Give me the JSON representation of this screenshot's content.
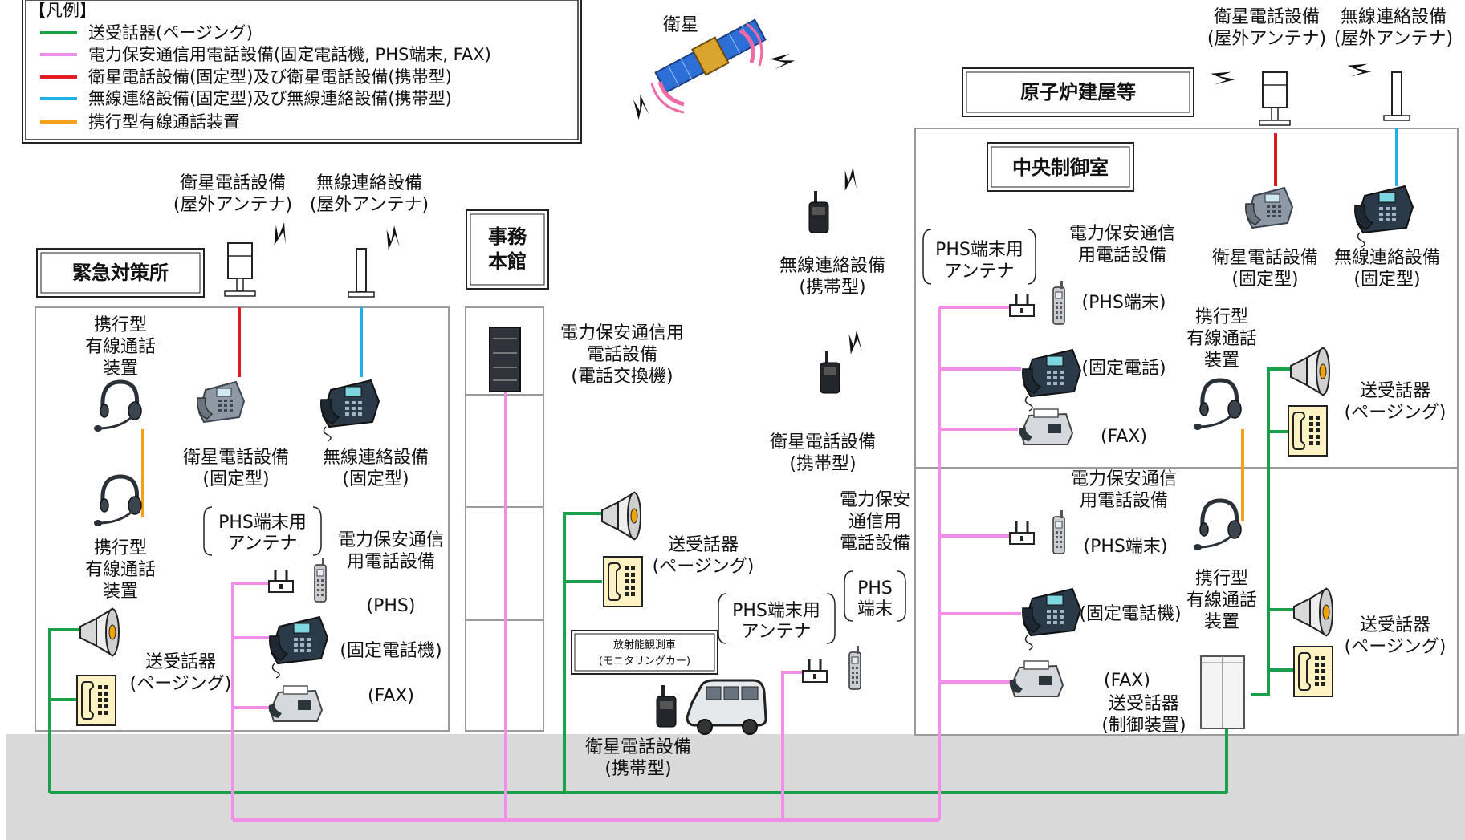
{
  "legend": {
    "title": "【凡例】",
    "items": [
      {
        "label": "送受話器(ページング)",
        "color": "#1aa04a"
      },
      {
        "label": "電力保安通信用電話設備(固定電話機, PHS端末, FAX)",
        "color": "#f08ee8"
      },
      {
        "label": "衛星電話設備(固定型)及び衛星電話設備(携帯型)",
        "color": "#e11b22"
      },
      {
        "label": "無線連絡設備(固定型)及び無線連絡設備(携帯型)",
        "color": "#1eaee8"
      },
      {
        "label": "携行型有線通話装置",
        "color": "#f4a11a"
      }
    ]
  },
  "satellite": {
    "label": "衛星"
  },
  "buildings": {
    "emergency": "緊急対策所",
    "office": [
      "事務",
      "本館"
    ],
    "reactor": "原子炉建屋等",
    "control_room": "中央制御室"
  },
  "emergency_center": {
    "sat_antenna": [
      "衛星電話設備",
      "(屋外アンテナ)"
    ],
    "radio_antenna": [
      "無線連絡設備",
      "(屋外アンテナ)"
    ],
    "sat_fixed": [
      "衛星電話設備",
      "(固定型)"
    ],
    "radio_fixed": [
      "無線連絡設備",
      "(固定型)"
    ],
    "headset_top": [
      "携行型",
      "有線通話",
      "装置"
    ],
    "headset_bottom": [
      "携行型",
      "有線通話",
      "装置"
    ],
    "phs_antenna": [
      "PHS端末用",
      "アンテナ"
    ],
    "power_phone": [
      "電力保安通信",
      "用電話設備"
    ],
    "phs": "(PHS)",
    "fixed_phone": "(固定電話機)",
    "fax": "(FAX)",
    "paging": [
      "送受話器",
      "(ページング)"
    ]
  },
  "office_building": {
    "exchange": [
      "電力保安通信用",
      "電話設備",
      "(電話交換機)"
    ]
  },
  "field": {
    "paging": [
      "送受話器",
      "(ページング)"
    ],
    "monitoring_car": [
      "放射能観測車",
      "(モニタリングカー)"
    ],
    "sat_portable_bottom": [
      "衛星電話設備",
      "(携帯型)"
    ],
    "radio_portable": [
      "無線連絡設備",
      "(携帯型)"
    ],
    "sat_portable_mid": [
      "衛星電話設備",
      "(携帯型)"
    ],
    "phs_antenna": [
      "PHS端末用",
      "アンテナ"
    ],
    "power_phone": [
      "電力保安",
      "通信用",
      "電話設備"
    ],
    "phs_terminal": [
      "PHS",
      "端末"
    ]
  },
  "reactor_building": {
    "sat_antenna": [
      "衛星電話設備",
      "(屋外アンテナ)"
    ],
    "radio_antenna": [
      "無線連絡設備",
      "(屋外アンテナ)"
    ],
    "sat_fixed": [
      "衛星電話設備",
      "(固定型)"
    ],
    "radio_fixed": [
      "無線連絡設備",
      "(固定型)"
    ],
    "phs_antenna": [
      "PHS端末用",
      "アンテナ"
    ],
    "power_phone_top": [
      "電力保安通信",
      "用電話設備"
    ],
    "phs_top": "(PHS端末)",
    "fixed_top": "(固定電話)",
    "fax_top": "(FAX)",
    "headset_top": [
      "携行型",
      "有線通話",
      "装置"
    ],
    "paging_top": [
      "送受話器",
      "(ページング)"
    ],
    "power_phone_bottom": [
      "電力保安通信",
      "用電話設備"
    ],
    "phs_bottom": "(PHS端末)",
    "fixed_bottom": "(固定電話機)",
    "fax_bottom": "(FAX)",
    "headset_bottom": [
      "携行型",
      "有線通話",
      "装置"
    ],
    "paging_bottom": [
      "送受話器",
      "(ページング)"
    ],
    "controller": [
      "送受話器",
      "(制御装置)"
    ]
  }
}
